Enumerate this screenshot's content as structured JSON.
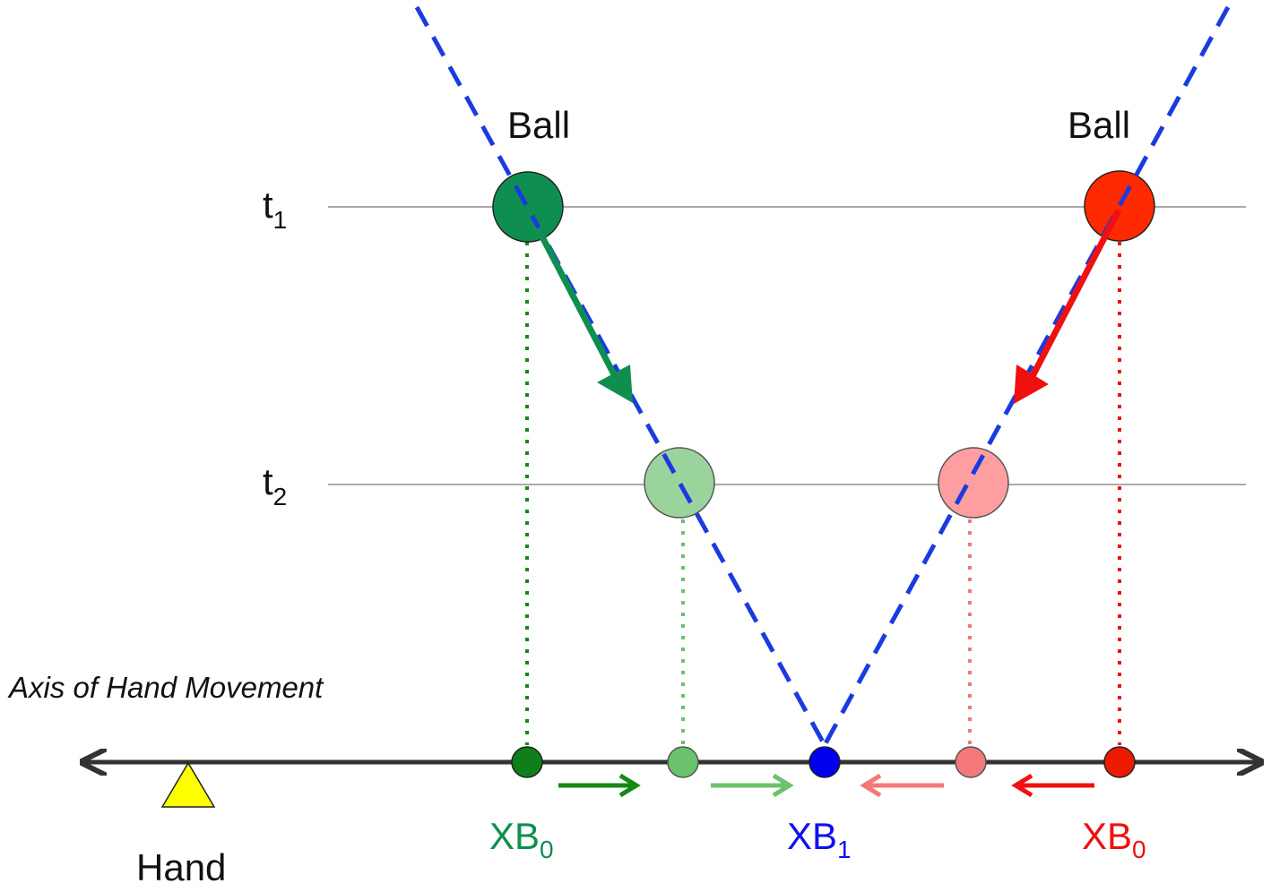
{
  "labels": {
    "ball_left": "Ball",
    "ball_right": "Ball",
    "t1_main": "t",
    "t1_sub": "1",
    "t2_main": "t",
    "t2_sub": "2",
    "axis_caption": "Axis of Hand Movement",
    "hand": "Hand",
    "xb0_left_main": "XB",
    "xb0_left_sub": "0",
    "xb1_main": "XB",
    "xb1_sub": "1",
    "xb0_right_main": "XB",
    "xb0_right_sub": "0"
  },
  "colors": {
    "trajectory": "#1a3be0",
    "green_dark": "#0e8f50",
    "green_light": "#9bd39d",
    "green_light_dot": "#6cc16c",
    "green_arrow_dark": "#138a13",
    "green_arrow_light": "#6cc16c",
    "red": "#ff2a00",
    "red_light": "#ff9ea0",
    "red_light_dot": "#f47878",
    "red_arrow": "#f01010",
    "red_arrow_light": "#f47878",
    "blue_point": "#0000ee",
    "hand_marker": "#ffff00",
    "axis": "#333333",
    "label_green": "#0e8f50",
    "label_blue": "#1010ee",
    "label_red": "#ee1010"
  }
}
